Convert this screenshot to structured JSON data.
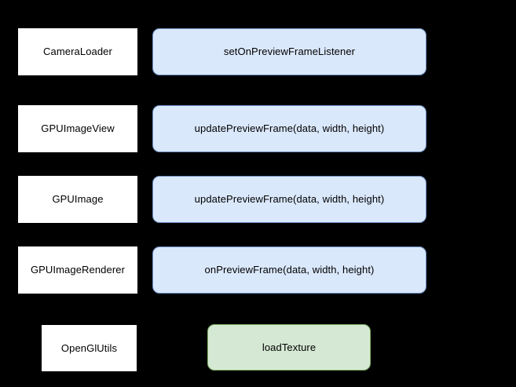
{
  "diagram": {
    "type": "sequence-flow",
    "background_color": "#000000",
    "palette": {
      "class_box_fill": "#ffffff",
      "class_box_text": "#000000",
      "call_box_fill": "#dae8fc",
      "call_box_border": "#6c8ebf",
      "util_box_fill": "#d5e8d4",
      "util_box_border": "#82b366"
    },
    "rows": [
      {
        "class_label": "CameraLoader",
        "method_label": "setOnPreviewFrameListener",
        "method_style": "call"
      },
      {
        "class_label": "GPUImageView",
        "method_label": "updatePreviewFrame(data, width, height)",
        "method_style": "call"
      },
      {
        "class_label": "GPUImage",
        "method_label": "updatePreviewFrame(data, width, height)",
        "method_style": "call"
      },
      {
        "class_label": "GPUImageRenderer",
        "method_label": "onPreviewFrame(data, width, height)",
        "method_style": "call"
      },
      {
        "class_label": "OpenGlUtils",
        "method_label": "loadTexture",
        "method_style": "util"
      }
    ]
  }
}
